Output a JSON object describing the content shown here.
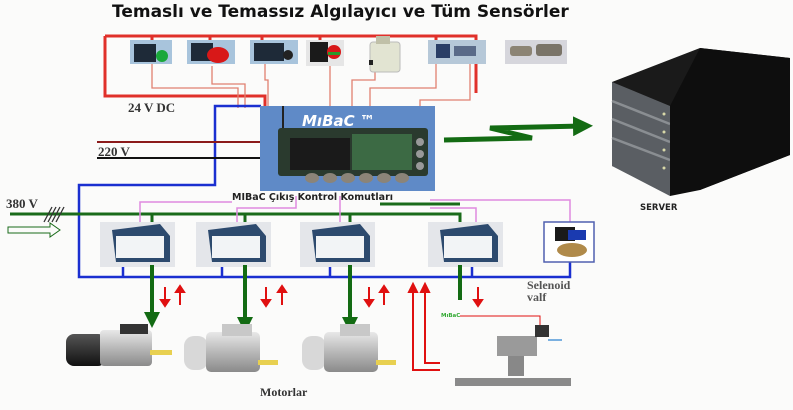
{
  "title": "Temaslı ve Temassız Algılayıcı ve Tüm Sensörler",
  "power_labels": {
    "dc24": "24 V DC",
    "ac220": "220 V",
    "ac380": "380 V"
  },
  "controller": {
    "name": "MıBaC ™",
    "caption": "MIBaC Çıkış Kontrol Komutları"
  },
  "server_label": "SERVER",
  "solenoid_label_line1": "Selenoid",
  "solenoid_label_line2": "valf",
  "motors_label": "Motorlar",
  "mini_diagram_label": "MıBaC",
  "sensors": [
    {
      "name": "green-pushbutton"
    },
    {
      "name": "red-mushroom-button"
    },
    {
      "name": "selector-switch"
    },
    {
      "name": "red-green-double-button"
    },
    {
      "name": "limit-switch"
    },
    {
      "name": "proximity-sensor"
    },
    {
      "name": "inductive-sensor"
    }
  ],
  "contactors_count": 4,
  "motors_count": 3,
  "colors": {
    "sensor_bus": "#e0302a",
    "sensor_wire": "#e08070",
    "dc_bus": "#1a2fd0",
    "phase_bus": "#1a6b1a",
    "control_wire": "#e08ae0",
    "controller_bg": "#5f8ac7",
    "arrow_red": "#e01010",
    "arrow_green": "#136b13"
  }
}
